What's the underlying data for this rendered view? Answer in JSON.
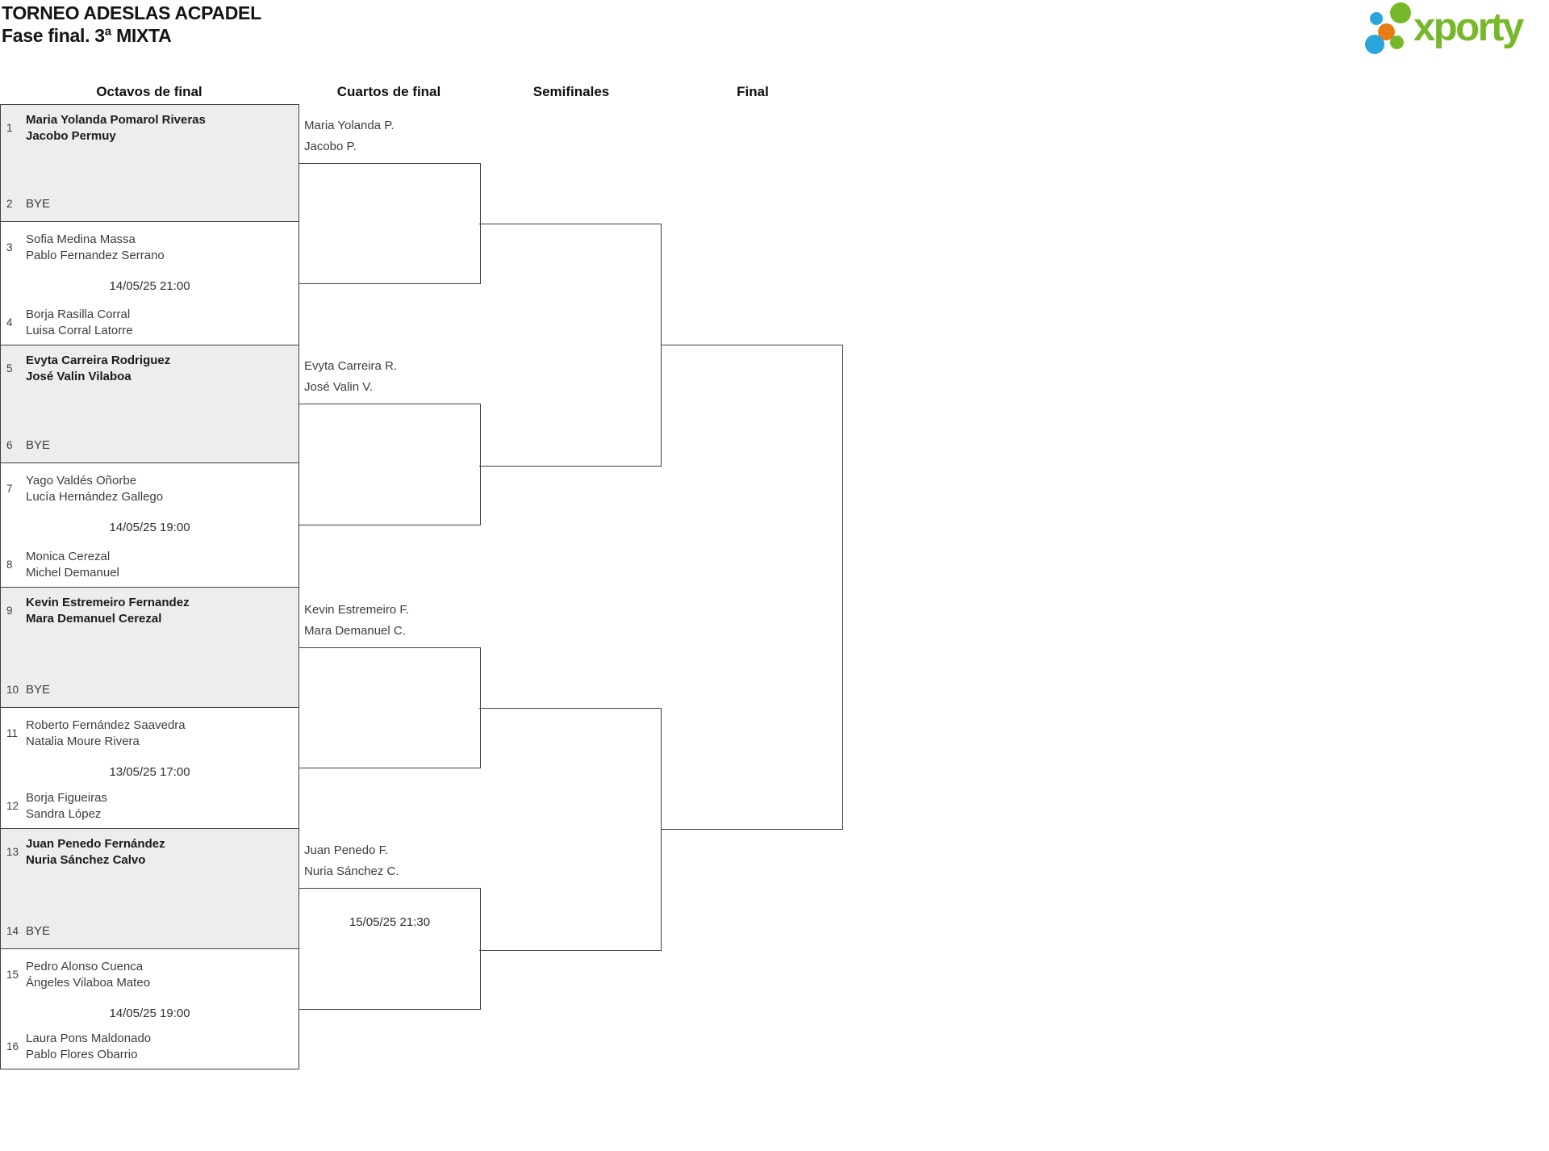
{
  "header": {
    "title": "TORNEO ADESLAS ACPADEL",
    "subtitle": "Fase final. 3ª MIXTA"
  },
  "logo": {
    "brand": "xporty",
    "colors": {
      "green": "#76b82a",
      "blue": "#2aa5dc",
      "orange": "#e87d13"
    }
  },
  "rounds": [
    {
      "label": "Octavos de final"
    },
    {
      "label": "Cuartos de final"
    },
    {
      "label": "Semifinales"
    },
    {
      "label": "Final"
    }
  ],
  "colors": {
    "bye_fill": "#ededed",
    "border": "#3f3f3f"
  },
  "octavos": [
    {
      "seed_top": "1",
      "team_top": [
        "Maria Yolanda Pomarol Riveras",
        "Jacobo Permuy"
      ],
      "seed_bottom": "2",
      "bye_label": "BYE"
    },
    {
      "seed_top": "3",
      "team_top": [
        "Sofia Medina Massa",
        "Pablo Fernandez Serrano"
      ],
      "date": "14/05/25 21:00",
      "seed_bottom": "4",
      "team_bottom": [
        "Borja Rasilla Corral",
        "Luisa Corral Latorre"
      ]
    },
    {
      "seed_top": "5",
      "team_top": [
        "Evyta Carreira Rodriguez",
        "José Valin Vilaboa"
      ],
      "seed_bottom": "6",
      "bye_label": "BYE"
    },
    {
      "seed_top": "7",
      "team_top": [
        "Yago Valdés Oñorbe",
        "Lucía Hernández Gallego"
      ],
      "date": "14/05/25 19:00",
      "seed_bottom": "8",
      "team_bottom": [
        "Monica Cerezal",
        "Michel Demanuel"
      ]
    },
    {
      "seed_top": "9",
      "team_top": [
        "Kevin Estremeiro Fernandez",
        "Mara Demanuel Cerezal"
      ],
      "seed_bottom": "10",
      "bye_label": "BYE"
    },
    {
      "seed_top": "11",
      "team_top": [
        "Roberto Fernández Saavedra",
        "Natalia Moure Rivera"
      ],
      "date": "13/05/25 17:00",
      "seed_bottom": "12",
      "team_bottom": [
        "Borja Figueiras",
        "Sandra López"
      ]
    },
    {
      "seed_top": "13",
      "team_top": [
        "Juan Penedo Fernández",
        "Nuria Sánchez Calvo"
      ],
      "seed_bottom": "14",
      "bye_label": "BYE"
    },
    {
      "seed_top": "15",
      "team_top": [
        "Pedro Alonso Cuenca",
        "Ángeles Vilaboa Mateo"
      ],
      "date": "14/05/25 19:00",
      "seed_bottom": "16",
      "team_bottom": [
        "Laura Pons Maldonado",
        "Pablo Flores Obarrio"
      ]
    }
  ],
  "cuartos": [
    {
      "winner": [
        "Maria Yolanda P.",
        "Jacobo P."
      ]
    },
    {
      "winner": [
        "Evyta Carreira R.",
        "José Valin V."
      ]
    },
    {
      "winner": [
        "Kevin Estremeiro F.",
        "Mara Demanuel C."
      ]
    },
    {
      "winner": [
        "Juan Penedo F.",
        "Nuria Sánchez C."
      ],
      "date": "15/05/25 21:30"
    }
  ]
}
